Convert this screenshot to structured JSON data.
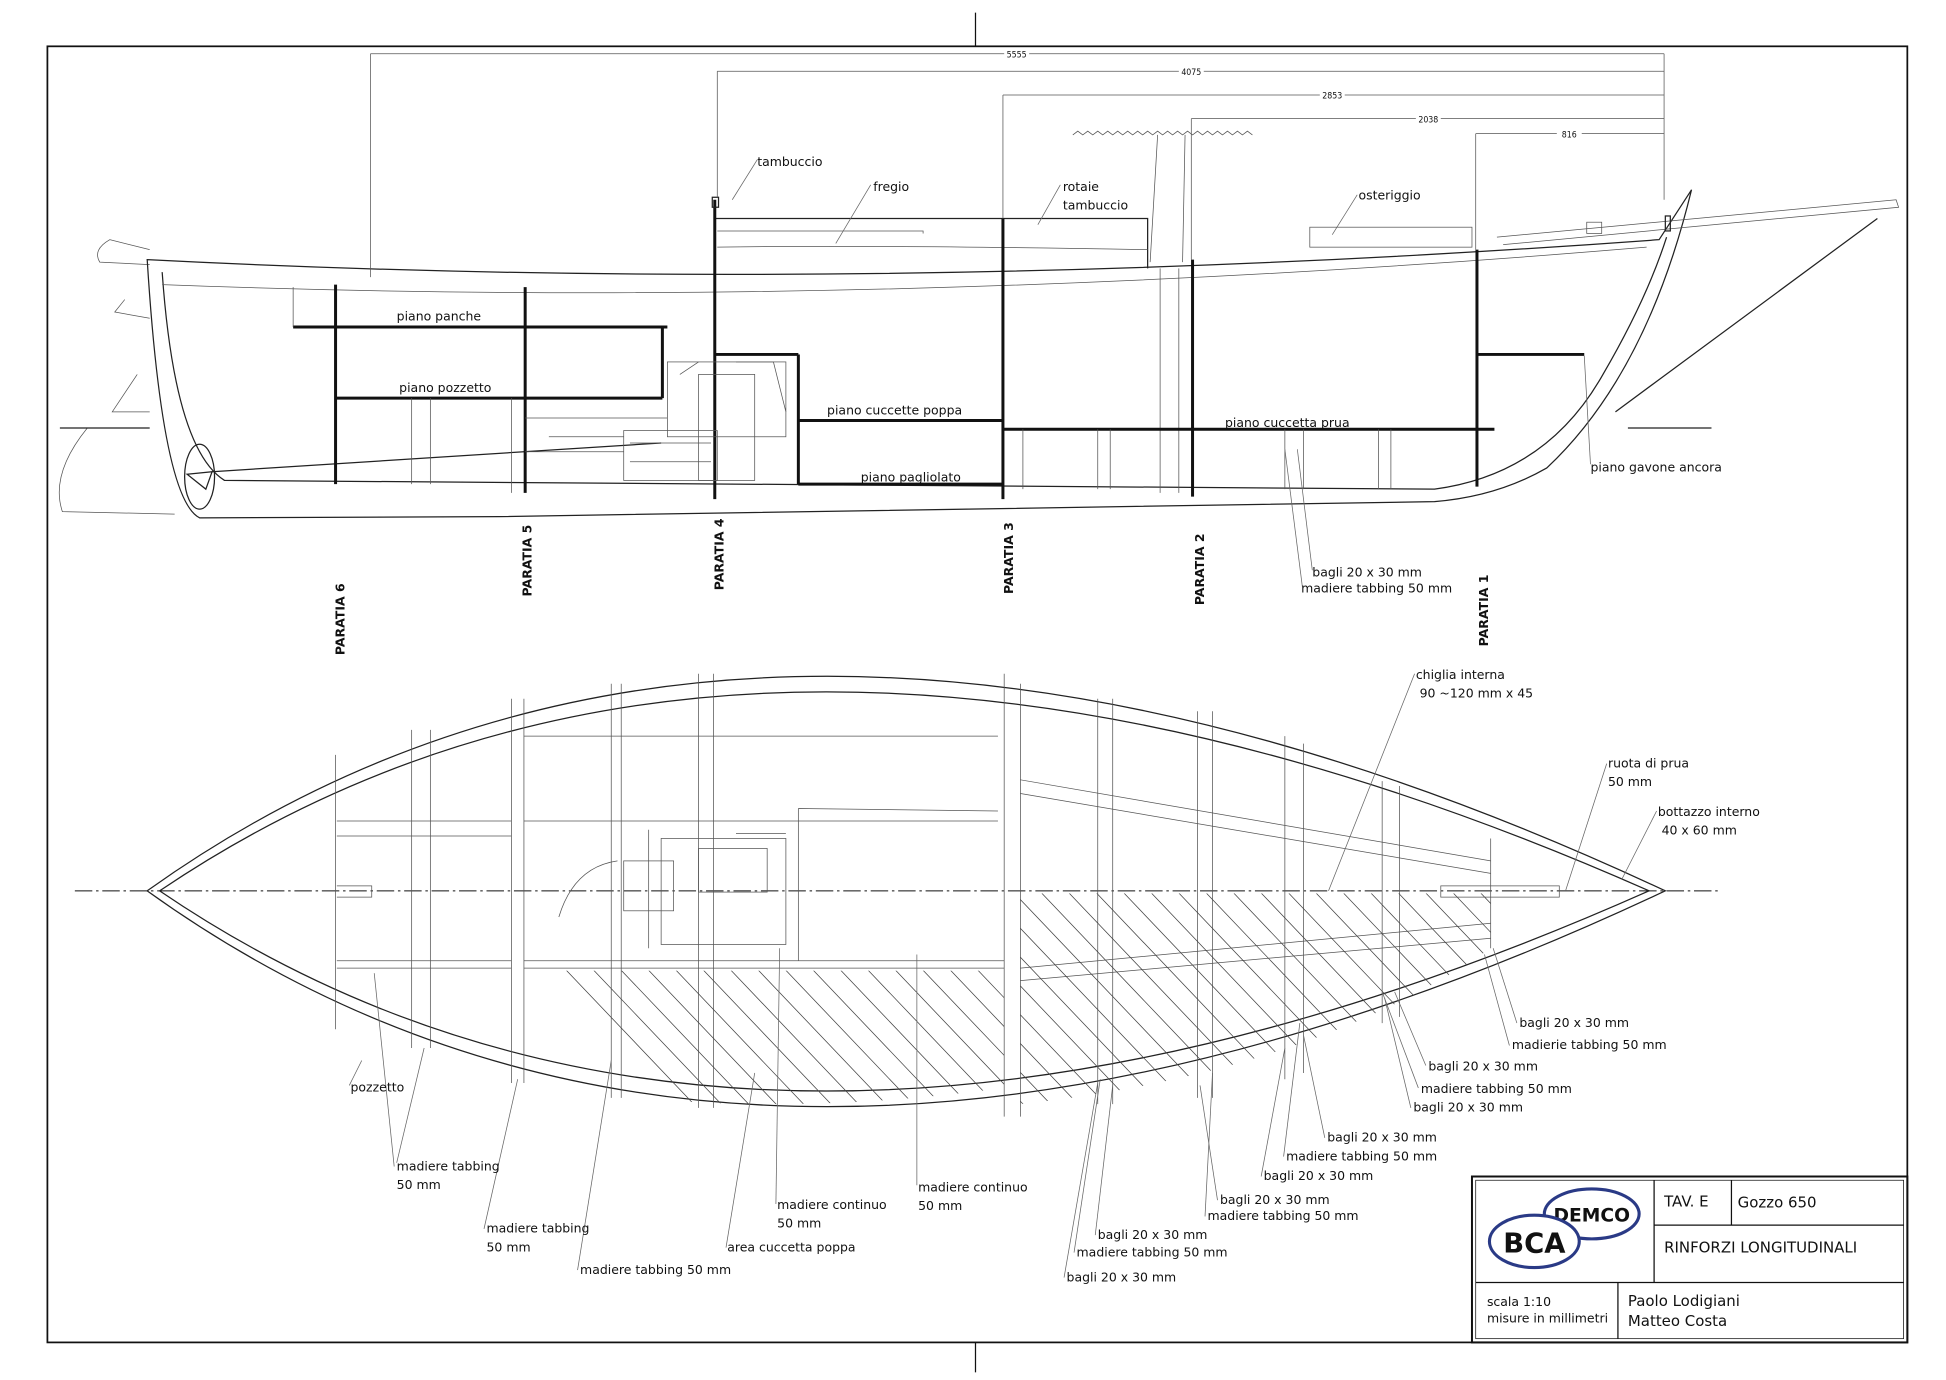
{
  "dimensions": [
    "5555",
    "4075",
    "2853",
    "2038",
    "816"
  ],
  "bulkheads": [
    "PARATIA 6",
    "PARATIA 5",
    "PARATIA 4",
    "PARATIA 3",
    "PARATIA 2",
    "PARATIA 1"
  ],
  "profile_labels": [
    "tambuccio",
    "fregio",
    "rotaie",
    "tambuccio",
    "osteriggio",
    "piano panche",
    "piano pozzetto",
    "piano cuccette poppa",
    "piano pagliolato",
    "piano cuccetta prua",
    "piano gavone ancora",
    "bagli 20 x 30 mm",
    "madiere tabbing 50 mm"
  ],
  "plan_labels": [
    "chiglia interna",
    "90 ~120 mm x 45",
    "ruota di prua",
    "50 mm",
    "bottazzo interno",
    "40 x 60 mm",
    "bagli 20 x 30 mm",
    "madierie tabbing 50 mm",
    "bagli 20 x 30 mm",
    "madiere tabbing 50 mm",
    "bagli 20 x 30 mm",
    "bagli 20 x 30 mm",
    "madiere tabbing 50 mm",
    "bagli 20 x 30 mm",
    "bagli 20 x 30 mm",
    "madiere tabbing 50 mm",
    "bagli 20 x 30 mm",
    "madiere tabbing 50 mm",
    "bagli 20 x 30 mm",
    "madiere continuo",
    "50 mm",
    "madiere continuo",
    "50 mm",
    "area cuccetta poppa",
    "madiere tabbing 50 mm",
    "madiere tabbing",
    "50 mm",
    "madiere tabbing",
    "50 mm",
    "pozzetto"
  ],
  "title_block": {
    "logo_top": "DEMCO",
    "logo_bottom": "BCA",
    "sheet": "TAV. E",
    "project": "Gozzo 650",
    "subject": "RINFORZI LONGITUDINALI",
    "scale": "scala 1:10",
    "units": "misure in millimetri",
    "author_1": "Paolo Lodigiani",
    "author_2": "Matteo Costa"
  },
  "colors": {
    "logo_blue": "#2a3a86",
    "line": "#111111"
  }
}
